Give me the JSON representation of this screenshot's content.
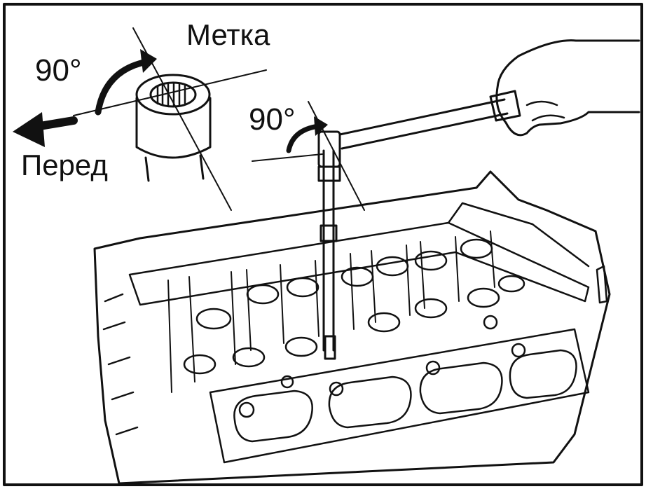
{
  "labels": {
    "angle_upper_left": "90°",
    "mark": "Метка",
    "angle_tool": "90°",
    "front": "Перед"
  },
  "colors": {
    "ink": "#111111",
    "paper": "#ffffff"
  }
}
